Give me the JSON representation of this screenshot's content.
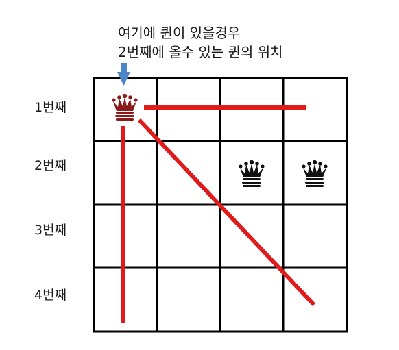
{
  "caption": {
    "line1": "여기에 퀸이 있을경우",
    "line2": "2번째에 올수 있는 퀸의 위치"
  },
  "rows": [
    "1번째",
    "2번째",
    "3번째",
    "4번째"
  ],
  "board": {
    "size": 4,
    "queens": [
      {
        "row": 1,
        "col": 1,
        "color": "#8b1a1a",
        "type": "placed"
      },
      {
        "row": 2,
        "col": 3,
        "color": "#111111",
        "type": "candidate"
      },
      {
        "row": 2,
        "col": 4,
        "color": "#111111",
        "type": "candidate"
      }
    ],
    "attack_color": "#e01b1b",
    "arrow_color": "#4a86c8",
    "grid_color": "#000000"
  }
}
